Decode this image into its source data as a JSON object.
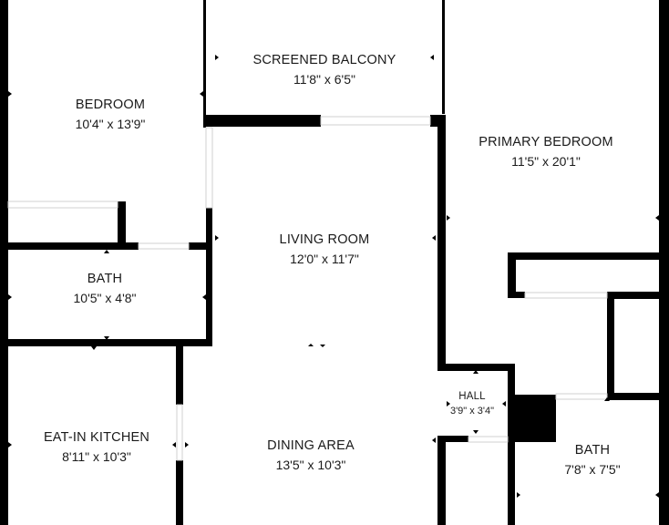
{
  "colors": {
    "wall": "#000000",
    "window": "#ffffff",
    "window_edge": "#d9d9d9",
    "background": "#ffffff"
  },
  "rooms": [
    {
      "id": "bedroom",
      "name": "BEDROOM",
      "dims": "10'4\" x 13'9\""
    },
    {
      "id": "screened-balcony",
      "name": "SCREENED BALCONY",
      "dims": "11'8\" x 6'5\""
    },
    {
      "id": "primary-bedroom",
      "name": "PRIMARY BEDROOM",
      "dims": "11'5\" x 20'1\""
    },
    {
      "id": "living-room",
      "name": "LIVING ROOM",
      "dims": "12'0\" x 11'7\""
    },
    {
      "id": "bath-1",
      "name": "BATH",
      "dims": "10'5\" x 4'8\""
    },
    {
      "id": "hall",
      "name": "HALL",
      "dims": "3'9\" x 3'4\""
    },
    {
      "id": "eat-in-kitchen",
      "name": "EAT-IN KITCHEN",
      "dims": "8'11\" x 10'3\""
    },
    {
      "id": "dining-area",
      "name": "DINING AREA",
      "dims": "13'5\" x 10'3\""
    },
    {
      "id": "bath-2",
      "name": "BATH",
      "dims": "7'8\" x 7'5\""
    }
  ]
}
